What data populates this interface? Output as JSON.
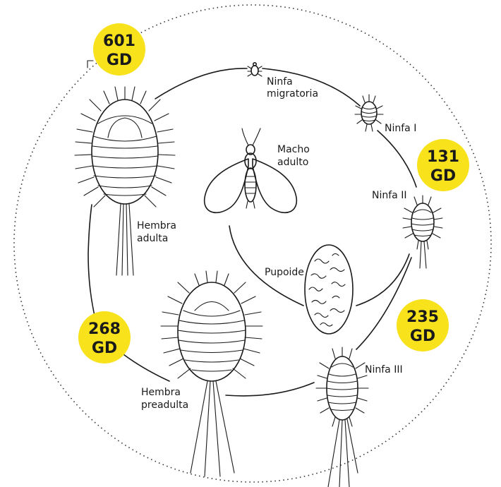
{
  "stages": {
    "nymph_migratory": "Ninfa migratoria",
    "nymph_1": "Ninfa I",
    "nymph_2": "Ninfa II",
    "nymph_3": "Ninfa III",
    "male_adult": [
      "Macho",
      "adulto"
    ],
    "pupoid": "Pupoide",
    "female_adult": [
      "Hembra",
      "adulta"
    ],
    "female_preadult": [
      "Hembra",
      "preadulta"
    ]
  },
  "degree_days": [
    {
      "value": "601",
      "unit": "GD"
    },
    {
      "value": "131",
      "unit": "GD"
    },
    {
      "value": "235",
      "unit": "GD"
    },
    {
      "value": "268",
      "unit": "GD"
    }
  ],
  "colors": {
    "badge": "#f7e21b",
    "ink": "#1a1a1a",
    "background": "#ffffff"
  }
}
